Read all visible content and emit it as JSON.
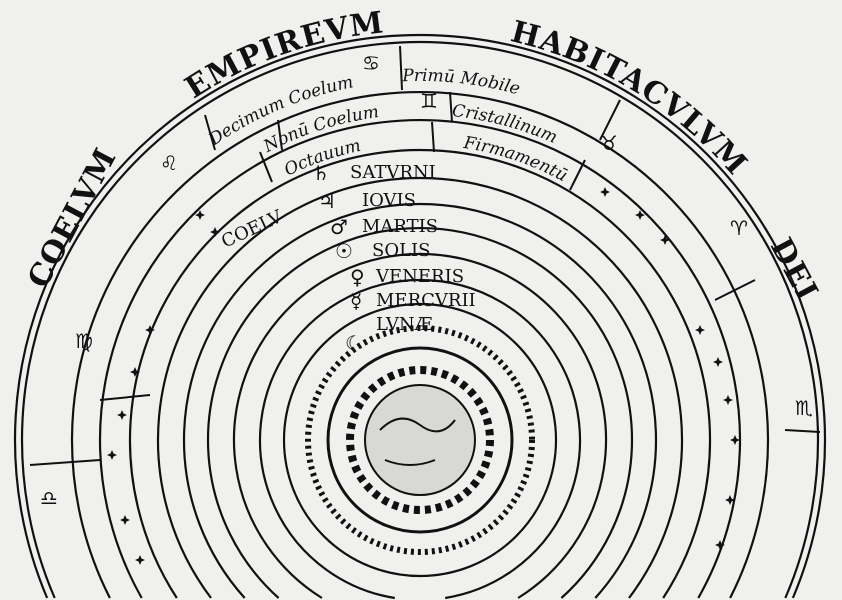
{
  "outer_labels": {
    "empireum": "EMPIREVM",
    "habitaculum": "HABITACVLVM",
    "dei": "DEI",
    "coelum": "COELVM"
  },
  "spheres": {
    "decimum": "Decimum Coelum",
    "primum": "Primū Mobile",
    "nonum": "Nonū Coelum",
    "cristallinum": "Cristallinum",
    "octauum": "Octauum",
    "firmamentum": "Firmamentū",
    "coelu": "COELV"
  },
  "planets": [
    "SATVRNI",
    "IOVIS",
    "MARTIS",
    "SOLIS",
    "VENERIS",
    "MERCVRII",
    "LVNÆ"
  ],
  "planet_symbols": [
    "♄",
    "♃",
    "♂",
    "☉",
    "♀",
    "☿",
    "☾"
  ],
  "zodiac_symbols": [
    "♋",
    "♊",
    "♉",
    "♌",
    "♍",
    "♎",
    "♏",
    "♈"
  ],
  "colors": {
    "ink": "#111111",
    "paper": "#f0f0ee"
  }
}
